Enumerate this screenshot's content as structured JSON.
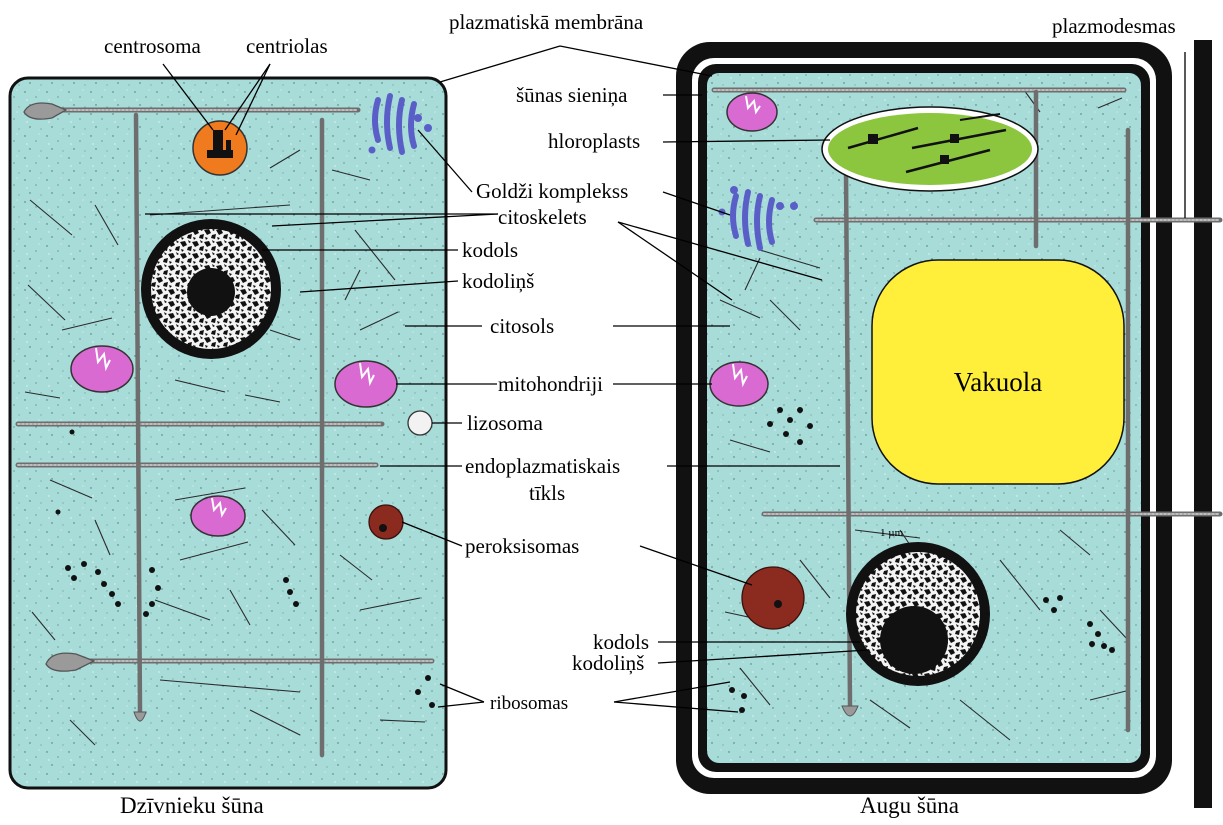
{
  "labels": {
    "centrosoma": "centrosoma",
    "centriolas": "centriolas",
    "plazmatiska_membrana": "plazmatiskā membrāna",
    "plazmodesmas": "plazmodesmas",
    "sunas_sienina": "šūnas sieniņa",
    "hloroplasts": "hloroplasts",
    "goldzi_komplekss": "Goldži komplekss",
    "citoskelets": "citoskelets",
    "kodols": "kodols",
    "kodolins": "kodoliņš",
    "citosols": "citosols",
    "mitohondriji": "mitohondriji",
    "lizosoma": "lizosoma",
    "endoplazmatiskais_line1": "endoplazmatiskais",
    "endoplazmatiskais_line2": "tīkls",
    "peroksisomas": "peroksisomas",
    "kodols_plant": "kodols",
    "kodolins_plant": "kodoliņš",
    "ribosomas": "ribosomas",
    "vakuola": "Vakuola",
    "scale": "1 µm"
  },
  "captions": {
    "animal": "Dzīvnieku šūna",
    "plant": "Augu šūna"
  },
  "colors": {
    "cytosol": "#a8dcd9",
    "centrosome": "#f07a1e",
    "golgi": "#5a5fc8",
    "mitochondria": "#d96ad1",
    "chloroplast": "#8cc63f",
    "vacuole": "#ffef3a",
    "peroxisome": "#8b2a1e",
    "lysosome": "#f2f2f2",
    "wall": "#111111"
  }
}
